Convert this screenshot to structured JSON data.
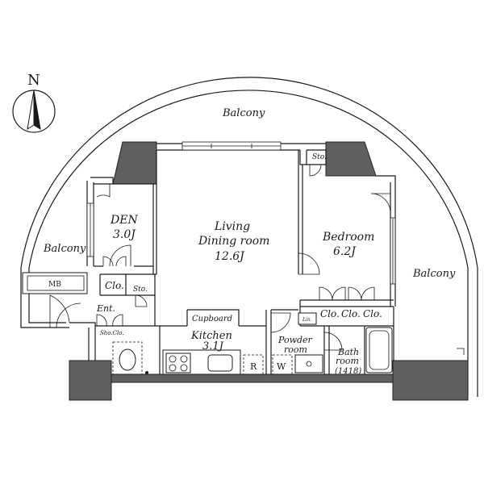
{
  "compass": {
    "north_label": "N"
  },
  "rooms": {
    "balcony_top": "Balcony",
    "balcony_left": "Balcony",
    "balcony_right": "Balcony",
    "den_name": "DEN",
    "den_size": "3.0J",
    "living_name_1": "Living",
    "living_name_2": "Dining room",
    "living_size": "12.6J",
    "bedroom_name": "Bedroom",
    "bedroom_size": "6.2J",
    "kitchen_name": "Kitchen",
    "kitchen_size": "3.1J",
    "powder_name_1": "Powder",
    "powder_name_2": "room",
    "bath_name_1": "Bath",
    "bath_name_2": "room",
    "bath_size": "(1418)",
    "entrance": "Ent."
  },
  "labels": {
    "mb": "MB",
    "den_closet": "Clo.",
    "den_storage": "Sto.",
    "bedroom_storage": "Sto.",
    "bedroom_closet_1": "Clo.",
    "bedroom_closet_2": "Clo.",
    "bedroom_closet_3": "Clo.",
    "shoe_closet": "Sho.Clo.",
    "cupboard": "Cupboard",
    "refrigerator": "R",
    "washer": "W",
    "linen": "Lin."
  },
  "colors": {
    "wall": "#5f5f5f",
    "line": "#1a1a1a"
  }
}
